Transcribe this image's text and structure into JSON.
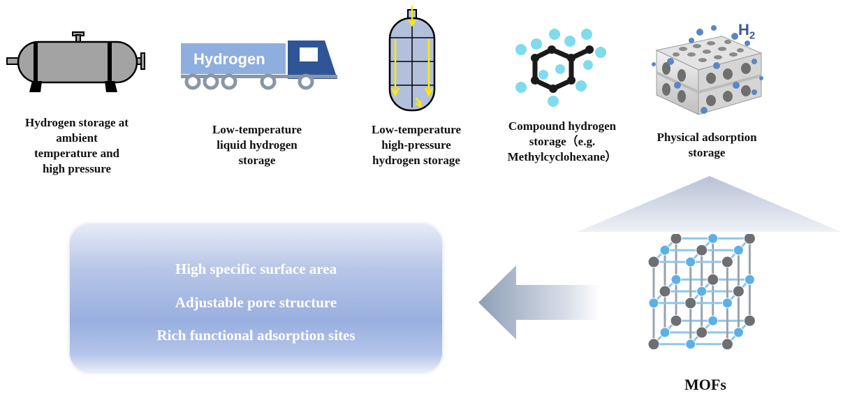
{
  "truck": {
    "text": "Hydrogen"
  },
  "captions": [
    {
      "lines": [
        "Hydrogen storage at",
        "ambient",
        "temperature and",
        "high pressure"
      ]
    },
    {
      "lines": [
        "Low-temperature",
        "liquid hydrogen",
        "storage"
      ]
    },
    {
      "lines": [
        "Low-temperature",
        "high-pressure",
        "hydrogen storage"
      ]
    },
    {
      "lines": [
        "Compound hydrogen",
        "storage（e.g.",
        "Methylcyclohexane）"
      ]
    },
    {
      "lines": [
        "Physical adsorption",
        "storage"
      ]
    }
  ],
  "h2": {
    "main": "H",
    "sub": "2"
  },
  "features": [
    "High specific surface area",
    "Adjustable pore structure",
    "Rich functional adsorption sites"
  ],
  "mofs_label": "MOFs",
  "colors": {
    "tank_gray": "#a3a3a3",
    "truck_light": "#8eaee0",
    "truck_dark": "#2f5597",
    "wheel": "#8a95a5",
    "cylinder": "#b3c0dc",
    "arrow_yellow": "#ffea00",
    "molecule_carbon": "#1a1a1a",
    "molecule_hydrogen": "#7fdcec",
    "mof_node_gray": "#6d6f73",
    "mof_node_blue": "#5cb0e6"
  }
}
